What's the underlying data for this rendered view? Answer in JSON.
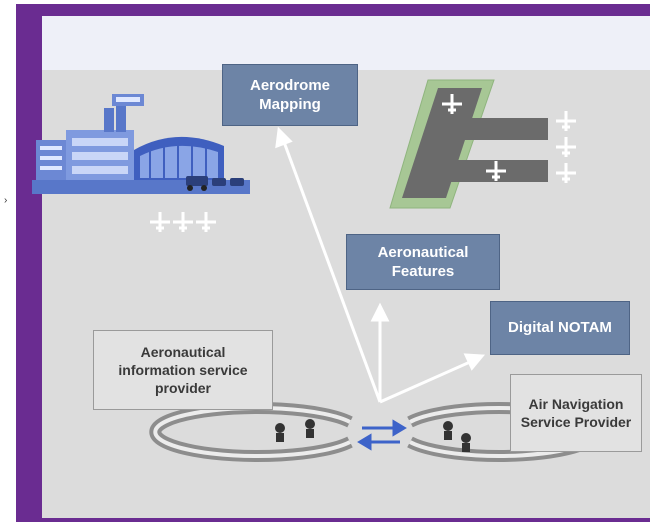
{
  "boxes": {
    "aerodrome_mapping": "Aerodrome Mapping",
    "aeronautical_features": "Aeronautical Features",
    "digital_notam": "Digital NOTAM",
    "aisp": "Aeronautical information service provider",
    "ansp": "Air Navigation Service Provider"
  },
  "icons": [
    "airport-terminal-icon",
    "airplane-icon",
    "runway-map-icon",
    "control-room-icon",
    "exchange-arrows-icon"
  ],
  "colors": {
    "frame": "#6a2c91",
    "box_fill": "#6d84a6",
    "runway_green": "#9bc38a",
    "runway_gray": "#6b6b6b",
    "exchange_arrows": "#3d63c9"
  }
}
